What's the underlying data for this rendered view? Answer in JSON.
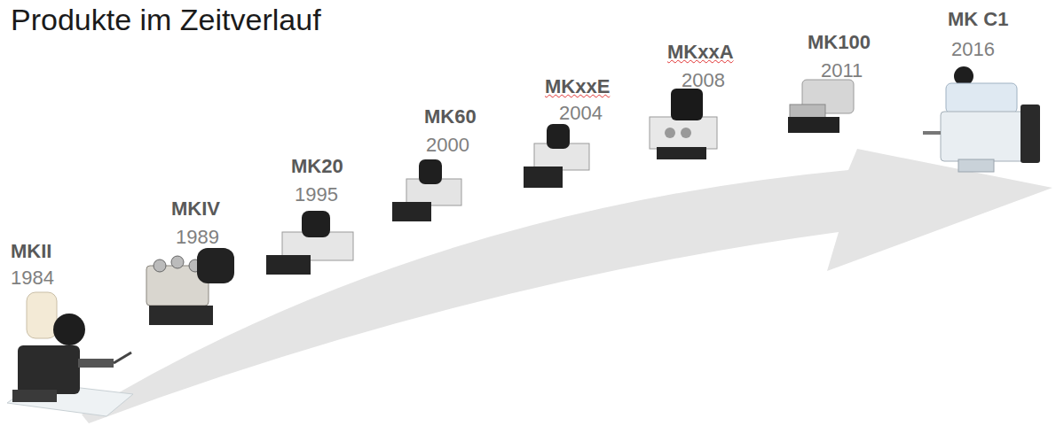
{
  "diagram": {
    "title": "Produkte im Zeitverlauf",
    "labels": [
      "MKII",
      "1984",
      "MKIV",
      "1989",
      "MK20",
      "1995",
      "MK60",
      "2000",
      "MKxxE",
      "2004",
      "MKxxA",
      "2008",
      "MK100",
      "2011",
      "MK C1",
      "2016"
    ]
  }
}
